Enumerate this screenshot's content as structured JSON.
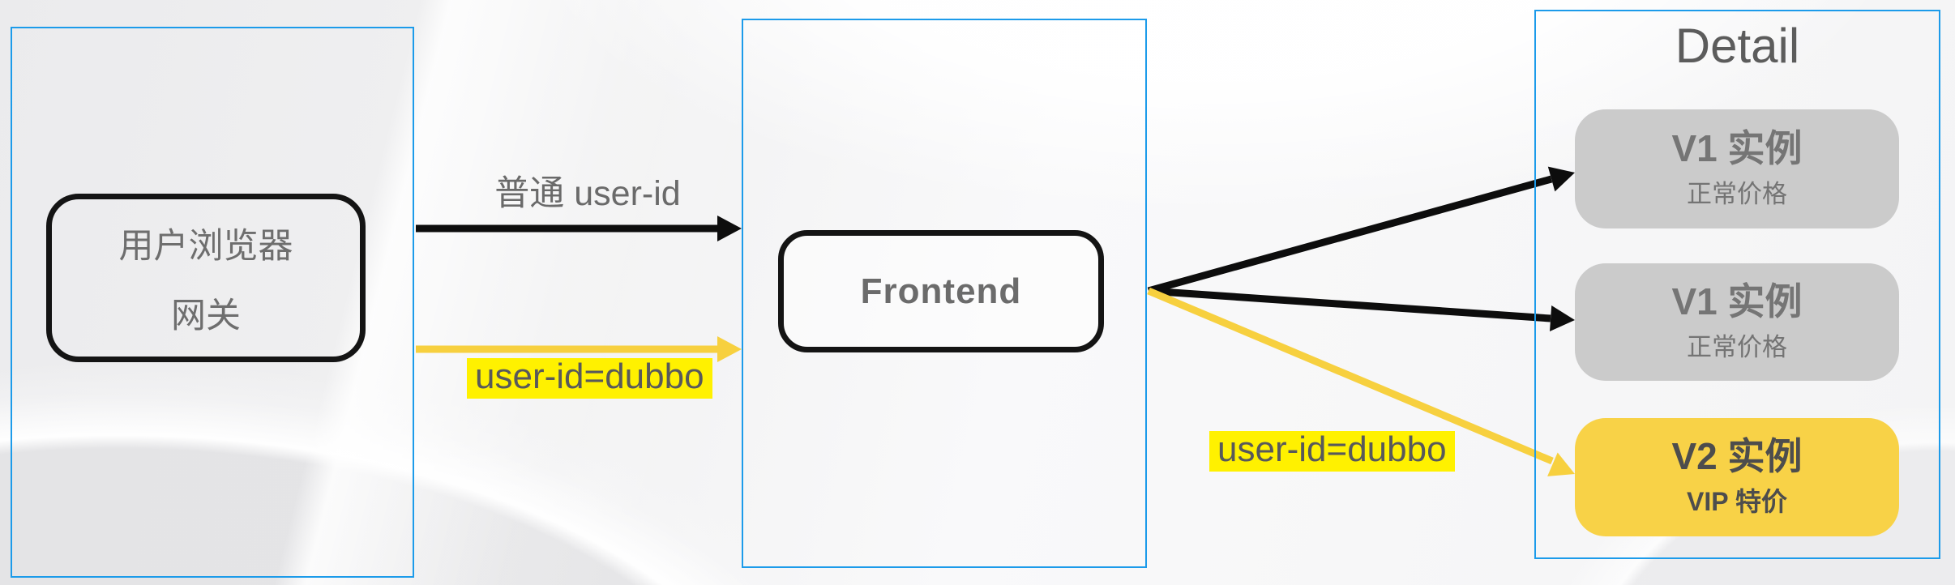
{
  "colors": {
    "panel_border_blue": "#1c9bea",
    "arrow_black": "#0d0d0d",
    "arrow_yellow": "#f7d03f",
    "highlight_yellow": "#fff100",
    "card_gray": "#cbcbcb",
    "card_yellow": "#f8d247",
    "text_gray": "#6a6a6a"
  },
  "gateway_panel": {
    "box_line1": "用户浏览器",
    "box_line2": "网关"
  },
  "frontend_panel": {
    "box_label": "Frontend"
  },
  "detail_panel": {
    "title": "Detail",
    "instances": [
      {
        "title": "V1 实例",
        "subtitle": "正常价格"
      },
      {
        "title": "V1 实例",
        "subtitle": "正常价格"
      },
      {
        "title": "V2 实例",
        "subtitle": "VIP 特价"
      }
    ]
  },
  "edges": {
    "normal_request_label": "普通 user-id",
    "vip_request_label": "user-id=dubbo",
    "vip_route_label": "user-id=dubbo"
  }
}
